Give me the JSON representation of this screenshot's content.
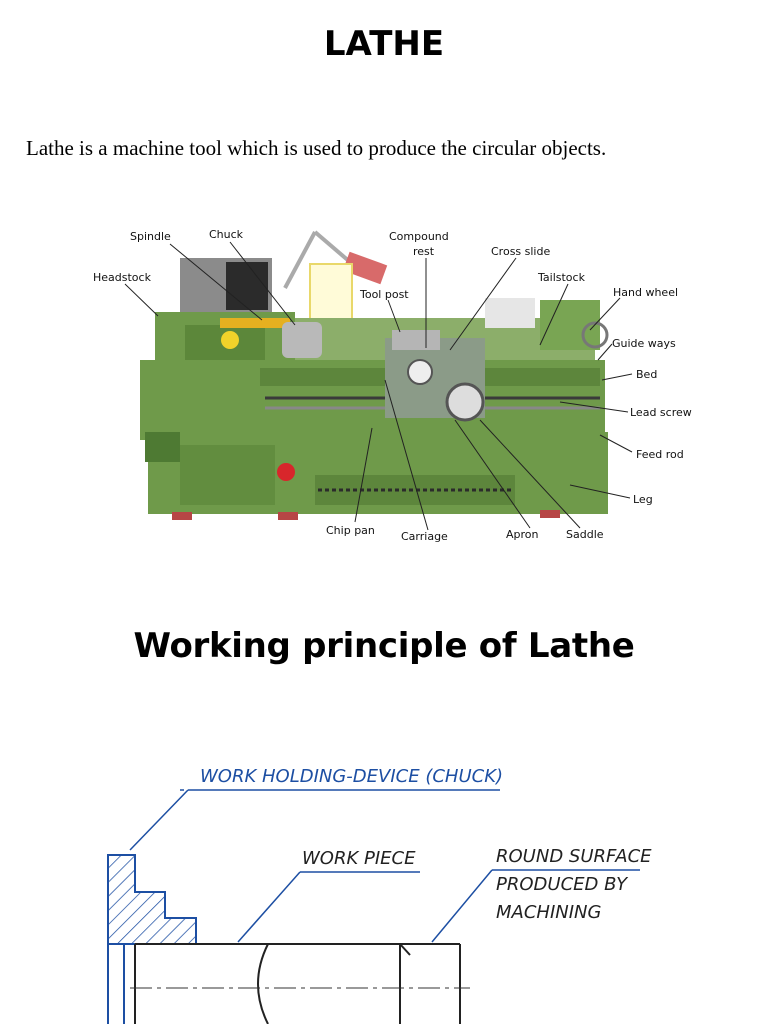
{
  "page": {
    "title": "LATHE",
    "intro": "Lathe is a machine tool which is used to produce the circular objects.",
    "subtitle": "Working principle of Lathe"
  },
  "lathe_figure": {
    "labels": {
      "spindle": "Spindle",
      "chuck": "Chuck",
      "compound": "Compound",
      "rest": "rest",
      "cross_slide": "Cross slide",
      "headstock": "Headstock",
      "tailstock": "Tailstock",
      "tool_post": "Tool post",
      "hand_wheel": "Hand wheel",
      "guide_ways": "Guide ways",
      "bed": "Bed",
      "lead_screw": "Lead screw",
      "feed_rod": "Feed rod",
      "leg": "Leg",
      "chip_pan": "Chip pan",
      "carriage": "Carriage",
      "apron": "Apron",
      "saddle": "Saddle"
    },
    "colors": {
      "machine_green": "#6f9a4a",
      "dark_green": "#4e7a33",
      "red_knob": "#d8262b"
    }
  },
  "principle_figure": {
    "labels": {
      "work_holding_device": "WORK HOLDING-DEVICE (CHUCK)",
      "work_piece": "WORK PIECE",
      "round_surface_1": "ROUND SURFACE",
      "round_surface_2": "PRODUCED BY",
      "round_surface_3": "MACHINING"
    },
    "colors": {
      "line_blue": "#1d4fa3"
    }
  }
}
